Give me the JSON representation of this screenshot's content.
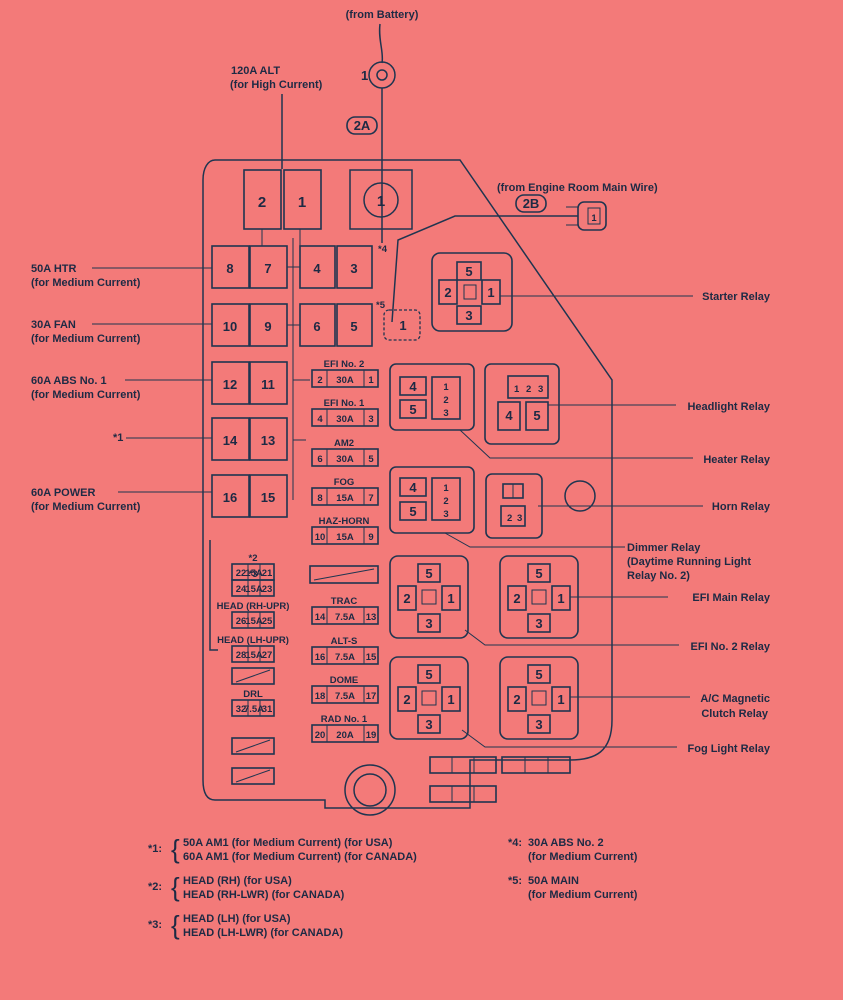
{
  "top": {
    "from_battery": "(from Battery)",
    "alt_120_1": "120A ALT",
    "alt_120_2": "(for High Current)",
    "tag_2a": "2A",
    "from_engine_room": "(from Engine Room Main Wire)",
    "tag_2b": "2B"
  },
  "left_labels": [
    {
      "l1": "50A HTR",
      "l2": "(for Medium Current)"
    },
    {
      "l1": "30A FAN",
      "l2": "(for Medium Current)"
    },
    {
      "l1": "60A ABS No. 1",
      "l2": "(for Medium Current)"
    },
    {
      "l1": "*1",
      "l2": ""
    },
    {
      "l1": "60A POWER",
      "l2": "(for Medium Current)"
    }
  ],
  "right_labels": {
    "starter": "Starter Relay",
    "headlight": "Headlight Relay",
    "heater": "Heater Relay",
    "horn": "Horn Relay",
    "dimmer_1": "Dimmer Relay",
    "dimmer_2": "(Daytime Running Light",
    "dimmer_3": "Relay No. 2)",
    "efi_main": "EFI Main Relay",
    "efi_no2": "EFI No. 2 Relay",
    "ac_1": "A/C Magnetic",
    "ac_2": "Clutch Relay",
    "fog_light": "Fog Light Relay"
  },
  "mid_fuses": [
    {
      "name": "EFI No. 2",
      "amp": "30A",
      "left": "2",
      "right": "1"
    },
    {
      "name": "EFI No. 1",
      "amp": "30A",
      "left": "4",
      "right": "3"
    },
    {
      "name": "AM2",
      "amp": "30A",
      "left": "6",
      "right": "5"
    },
    {
      "name": "FOG",
      "amp": "15A",
      "left": "8",
      "right": "7"
    },
    {
      "name": "HAZ-HORN",
      "amp": "15A",
      "left": "10",
      "right": "9"
    },
    {
      "name": "TRAC",
      "amp": "7.5A",
      "left": "14",
      "right": "13"
    },
    {
      "name": "ALT-S",
      "amp": "7.5A",
      "left": "16",
      "right": "15"
    },
    {
      "name": "DOME",
      "amp": "7.5A",
      "left": "18",
      "right": "17"
    },
    {
      "name": "RAD No. 1",
      "amp": "20A",
      "left": "20",
      "right": "19"
    }
  ],
  "left_fuses": [
    {
      "name": "*2",
      "amp": "15A",
      "left": "22",
      "right": "21"
    },
    {
      "name": "*3",
      "amp": "15A",
      "left": "24",
      "right": "23"
    },
    {
      "name": "HEAD (RH-UPR)",
      "amp": "15A",
      "left": "26",
      "right": "25"
    },
    {
      "name": "HEAD (LH-UPR)",
      "amp": "15A",
      "left": "28",
      "right": "27"
    },
    {
      "name": "DRL",
      "amp": "7.5A",
      "left": "32",
      "right": "31"
    }
  ],
  "star4": "*4",
  "star5": "*5",
  "footnotes": {
    "f1_mark": "*1:",
    "f1_a": "50A AM1 (for Medium Current) (for USA)",
    "f1_b": "60A AM1 (for Medium Current) (for CANADA)",
    "f2_mark": "*2:",
    "f2_a": "HEAD (RH) (for USA)",
    "f2_b": "HEAD (RH-LWR) (for CANADA)",
    "f3_mark": "*3:",
    "f3_a": "HEAD (LH) (for USA)",
    "f3_b": "HEAD (LH-LWR) (for CANADA)",
    "f4_mark": "*4:",
    "f4_a": "30A ABS No. 2",
    "f4_b": "(for Medium Current)",
    "f5_mark": "*5:",
    "f5_a": "50A MAIN",
    "f5_b": "(for Medium Current)"
  }
}
